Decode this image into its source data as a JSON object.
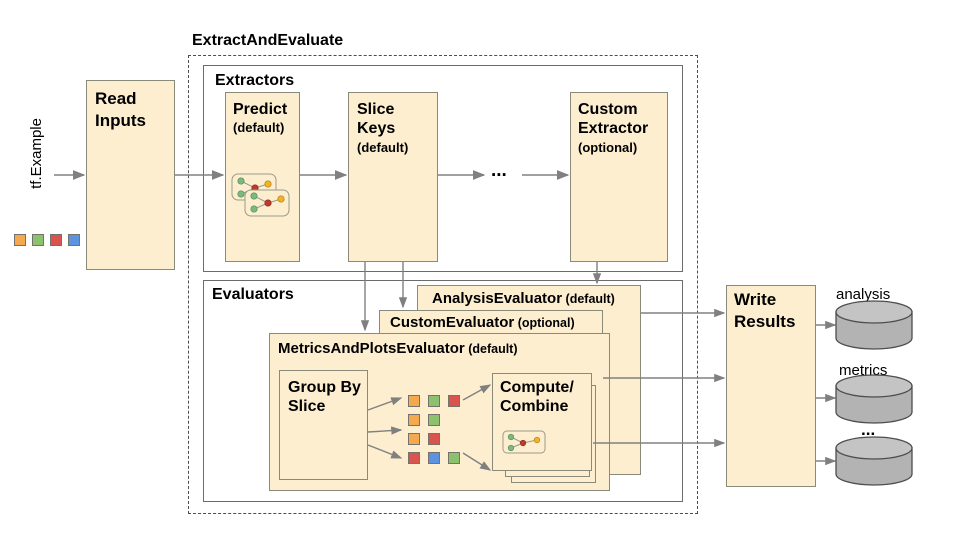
{
  "diagram": {
    "title_outer": "ExtractAndEvaluate",
    "input_label": "tf.Example",
    "read_inputs": "Read Inputs",
    "extractors_title": "Extractors",
    "evaluators_title": "Evaluators",
    "ellipsis": "...",
    "write_results": "Write Results"
  },
  "extractors": [
    {
      "name": "Predict",
      "qualifier": "(default)",
      "has_graph_icon": true
    },
    {
      "name": "Slice Keys",
      "qualifier": "(default)",
      "has_graph_icon": false
    },
    {
      "name": "Custom Extractor",
      "qualifier": "(optional)",
      "has_graph_icon": false
    }
  ],
  "evaluators": [
    {
      "name": "AnalysisEvaluator",
      "qualifier": "(default)"
    },
    {
      "name": "CustomEvaluator",
      "qualifier": "(optional)"
    },
    {
      "name": "MetricsAndPlotsEvaluator",
      "qualifier": "(default)"
    }
  ],
  "metrics_inner": {
    "group_by_slice": "Group By Slice",
    "compute_combine": "Compute/ Combine",
    "compute_combine_line1": "Compute/",
    "compute_combine_line2": "Combine"
  },
  "outputs": [
    {
      "label": "analysis"
    },
    {
      "label": "metrics"
    },
    {
      "label": "..."
    }
  ],
  "input_swatches": [
    "#f4a94e",
    "#8cc26e",
    "#d9534f",
    "#5b93e0"
  ],
  "slice_rows": [
    [
      "#f4a94e",
      "#8cc26e",
      "#d9534f"
    ],
    [
      "#f4a94e",
      "#8cc26e"
    ],
    [
      "#f4a94e",
      "#d9534f"
    ],
    [
      "#d9534f",
      "#5b93e0",
      "#8cc26e"
    ]
  ],
  "colors": {
    "box_fill": "#fdeed0",
    "box_stroke": "#8a8a7a",
    "plain_stroke": "#6b6b6b",
    "arrow": "#808080",
    "cylinder_fill": "#b3b3b3",
    "cylinder_top": "#c4c4c4",
    "cylinder_stroke": "#4d4d4d",
    "text": "#000000"
  }
}
